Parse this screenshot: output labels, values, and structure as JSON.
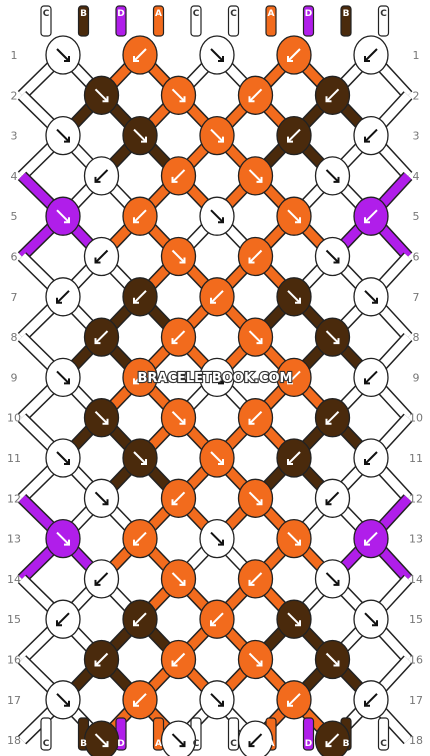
{
  "watermark": "BRACELETBOOK.COM",
  "colors": {
    "A": "#f26b1d",
    "B": "#4a2a0c",
    "C": "#ffffff",
    "D": "#b01eea"
  },
  "top_strands": [
    "C",
    "B",
    "D",
    "A",
    "C",
    "C",
    "A",
    "D",
    "B",
    "C"
  ],
  "bottom_strands": [
    "C",
    "B",
    "D",
    "A",
    "C",
    "C",
    "A",
    "D",
    "B",
    "C"
  ],
  "row_numbers": [
    "1",
    "2",
    "3",
    "4",
    "5",
    "6",
    "7",
    "8",
    "9",
    "10",
    "11",
    "12",
    "13",
    "14",
    "15",
    "16",
    "17",
    "18"
  ],
  "knot_rows": [
    [
      {
        "c": "C",
        "d": "f"
      },
      {
        "c": "A",
        "d": "b"
      },
      {
        "c": "C",
        "d": "f"
      },
      {
        "c": "A",
        "d": "b"
      },
      {
        "c": "C",
        "d": "b"
      }
    ],
    [
      {
        "c": "B",
        "d": "f"
      },
      {
        "c": "A",
        "d": "f"
      },
      {
        "c": "A",
        "d": "b"
      },
      {
        "c": "B",
        "d": "b"
      }
    ],
    [
      {
        "c": "C",
        "d": "f"
      },
      {
        "c": "B",
        "d": "f"
      },
      {
        "c": "A",
        "d": "f"
      },
      {
        "c": "B",
        "d": "b"
      },
      {
        "c": "C",
        "d": "b"
      }
    ],
    [
      {
        "c": "C",
        "d": "b"
      },
      {
        "c": "A",
        "d": "b"
      },
      {
        "c": "A",
        "d": "f"
      },
      {
        "c": "C",
        "d": "f"
      }
    ],
    [
      {
        "c": "D",
        "d": "f"
      },
      {
        "c": "A",
        "d": "b"
      },
      {
        "c": "C",
        "d": "f"
      },
      {
        "c": "A",
        "d": "f"
      },
      {
        "c": "D",
        "d": "b"
      }
    ],
    [
      {
        "c": "C",
        "d": "b"
      },
      {
        "c": "A",
        "d": "f"
      },
      {
        "c": "A",
        "d": "b"
      },
      {
        "c": "C",
        "d": "f"
      }
    ],
    [
      {
        "c": "C",
        "d": "b"
      },
      {
        "c": "B",
        "d": "b"
      },
      {
        "c": "A",
        "d": "b"
      },
      {
        "c": "B",
        "d": "f"
      },
      {
        "c": "C",
        "d": "f"
      }
    ],
    [
      {
        "c": "B",
        "d": "b"
      },
      {
        "c": "A",
        "d": "b"
      },
      {
        "c": "A",
        "d": "f"
      },
      {
        "c": "B",
        "d": "f"
      }
    ],
    [
      {
        "c": "C",
        "d": "f"
      },
      {
        "c": "A",
        "d": "b"
      },
      {
        "c": "C",
        "d": "f"
      },
      {
        "c": "A",
        "d": "b"
      },
      {
        "c": "C",
        "d": "b"
      }
    ],
    [
      {
        "c": "B",
        "d": "f"
      },
      {
        "c": "A",
        "d": "f"
      },
      {
        "c": "A",
        "d": "b"
      },
      {
        "c": "B",
        "d": "b"
      }
    ],
    [
      {
        "c": "C",
        "d": "f"
      },
      {
        "c": "B",
        "d": "f"
      },
      {
        "c": "A",
        "d": "f"
      },
      {
        "c": "B",
        "d": "b"
      },
      {
        "c": "C",
        "d": "b"
      }
    ],
    [
      {
        "c": "C",
        "d": "f"
      },
      {
        "c": "A",
        "d": "b"
      },
      {
        "c": "A",
        "d": "f"
      },
      {
        "c": "C",
        "d": "b"
      }
    ],
    [
      {
        "c": "D",
        "d": "f"
      },
      {
        "c": "A",
        "d": "b"
      },
      {
        "c": "C",
        "d": "f"
      },
      {
        "c": "A",
        "d": "f"
      },
      {
        "c": "D",
        "d": "b"
      }
    ],
    [
      {
        "c": "C",
        "d": "b"
      },
      {
        "c": "A",
        "d": "f"
      },
      {
        "c": "A",
        "d": "b"
      },
      {
        "c": "C",
        "d": "f"
      }
    ],
    [
      {
        "c": "C",
        "d": "b"
      },
      {
        "c": "B",
        "d": "b"
      },
      {
        "c": "A",
        "d": "b"
      },
      {
        "c": "B",
        "d": "f"
      },
      {
        "c": "C",
        "d": "f"
      }
    ],
    [
      {
        "c": "B",
        "d": "b"
      },
      {
        "c": "A",
        "d": "b"
      },
      {
        "c": "A",
        "d": "f"
      },
      {
        "c": "B",
        "d": "f"
      }
    ],
    [
      {
        "c": "C",
        "d": "f"
      },
      {
        "c": "A",
        "d": "b"
      },
      {
        "c": "C",
        "d": "f"
      },
      {
        "c": "A",
        "d": "b"
      },
      {
        "c": "C",
        "d": "b"
      }
    ],
    [
      {
        "c": "B",
        "d": "f"
      },
      {
        "c": "C",
        "d": "f"
      },
      {
        "c": "C",
        "d": "b"
      },
      {
        "c": "B",
        "d": "b"
      }
    ]
  ]
}
